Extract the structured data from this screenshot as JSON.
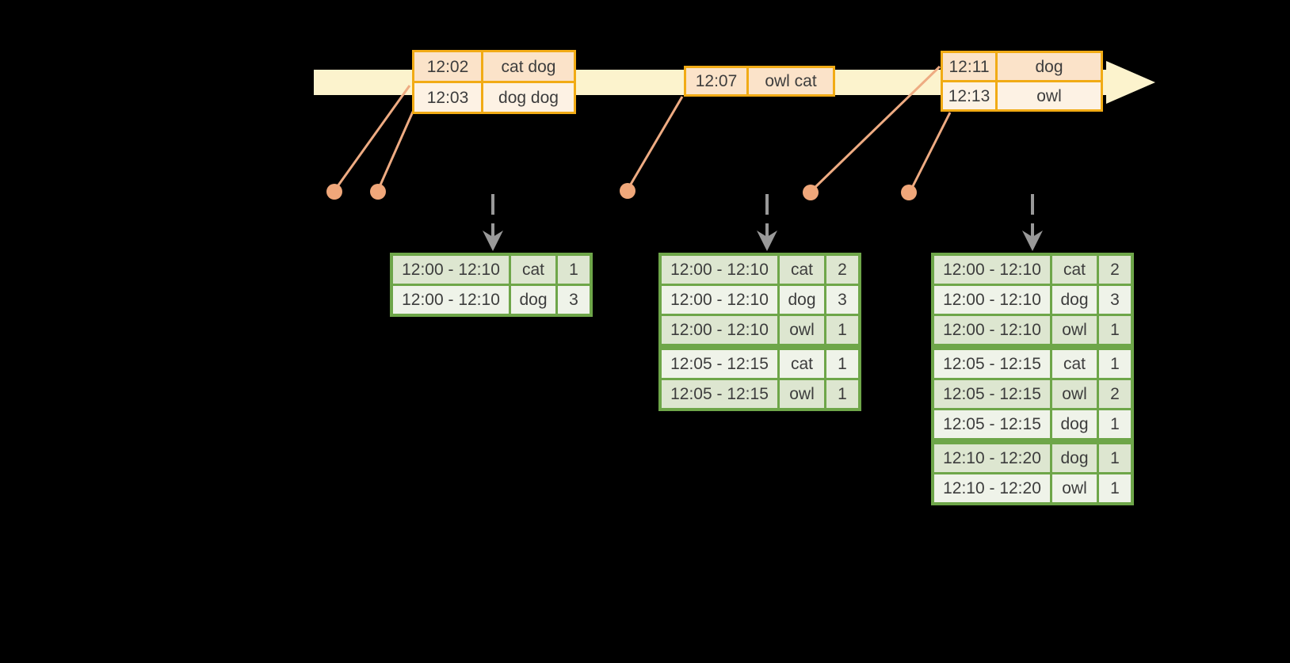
{
  "colors": {
    "background": "#000000",
    "timeline_fill": "#fcf3cd",
    "event_table_border": "#f1ab15",
    "event_row_fill_dark": "#fbe3c9",
    "event_row_fill_light": "#fdf2e4",
    "connector_line": "#eeab82",
    "event_dot": "#f0a77a",
    "trigger_arrow": "#999999",
    "result_table_border": "#6ea649",
    "result_row_fill_dark": "#dde6d0",
    "result_row_fill_light": "#eff3e9",
    "table_text": "#3d3d3d"
  },
  "event_tables": [
    {
      "rows": [
        {
          "time": "12:02",
          "words": "cat dog"
        },
        {
          "time": "12:03",
          "words": "dog dog"
        }
      ]
    },
    {
      "rows": [
        {
          "time": "12:07",
          "words": "owl cat"
        }
      ]
    },
    {
      "rows": [
        {
          "time": "12:11",
          "words": "dog"
        },
        {
          "time": "12:13",
          "words": "owl"
        }
      ]
    }
  ],
  "result_tables": [
    {
      "rows": [
        {
          "window": "12:00 - 12:10",
          "word": "cat",
          "count": "1"
        },
        {
          "window": "12:00 - 12:10",
          "word": "dog",
          "count": "3"
        }
      ]
    },
    {
      "rows": [
        {
          "window": "12:00 - 12:10",
          "word": "cat",
          "count": "2"
        },
        {
          "window": "12:00 - 12:10",
          "word": "dog",
          "count": "3"
        },
        {
          "window": "12:00 - 12:10",
          "word": "owl",
          "count": "1"
        },
        {
          "window": "12:05 - 12:15",
          "word": "cat",
          "count": "1"
        },
        {
          "window": "12:05 - 12:15",
          "word": "owl",
          "count": "1"
        }
      ]
    },
    {
      "rows": [
        {
          "window": "12:00 - 12:10",
          "word": "cat",
          "count": "2"
        },
        {
          "window": "12:00 - 12:10",
          "word": "dog",
          "count": "3"
        },
        {
          "window": "12:00 - 12:10",
          "word": "owl",
          "count": "1"
        },
        {
          "window": "12:05 - 12:15",
          "word": "cat",
          "count": "1"
        },
        {
          "window": "12:05 - 12:15",
          "word": "owl",
          "count": "2"
        },
        {
          "window": "12:05 - 12:15",
          "word": "dog",
          "count": "1"
        },
        {
          "window": "12:10 - 12:20",
          "word": "dog",
          "count": "1"
        },
        {
          "window": "12:10 - 12:20",
          "word": "owl",
          "count": "1"
        }
      ]
    }
  ]
}
